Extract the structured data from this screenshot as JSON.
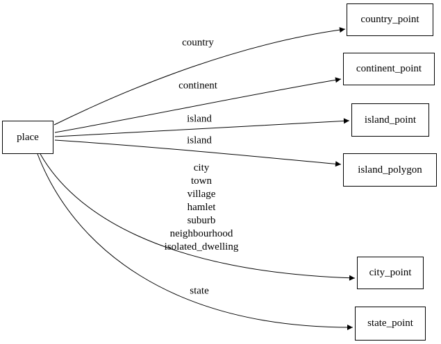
{
  "diagram": {
    "type": "directed-graph",
    "colors": {
      "background": "#ffffff",
      "node_border": "#000000",
      "text": "#000000",
      "edge": "#000000"
    }
  },
  "nodes": {
    "place": {
      "label": "place"
    },
    "country_point": {
      "label": "country_point"
    },
    "continent_point": {
      "label": "continent_point"
    },
    "island_point": {
      "label": "island_point"
    },
    "island_polygon": {
      "label": "island_polygon"
    },
    "city_point": {
      "label": "city_point"
    },
    "state_point": {
      "label": "state_point"
    }
  },
  "edges": {
    "country": {
      "from": "place",
      "to": "country_point",
      "label": "country"
    },
    "continent": {
      "from": "place",
      "to": "continent_point",
      "label": "continent"
    },
    "island_to_point": {
      "from": "place",
      "to": "island_point",
      "label": "island"
    },
    "island_to_polygon": {
      "from": "place",
      "to": "island_polygon",
      "label": "island"
    },
    "settlements": {
      "from": "place",
      "to": "city_point",
      "label": "city\ntown\nvillage\nhamlet\nsuburb\nneighbourhood\nisolated_dwelling"
    },
    "state": {
      "from": "place",
      "to": "state_point",
      "label": "state"
    }
  }
}
